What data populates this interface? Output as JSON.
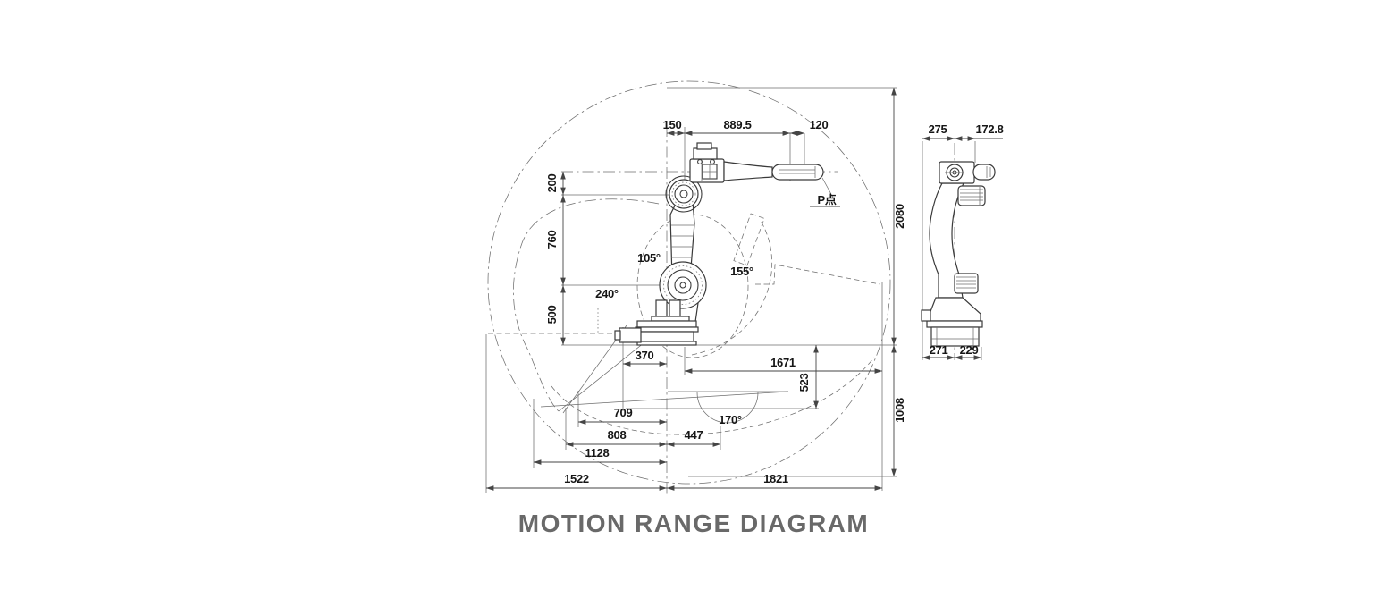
{
  "title": "MOTION RANGE DIAGRAM",
  "side_view": {
    "top_dims": {
      "d150": "150",
      "d889_5": "889.5",
      "d120": "120"
    },
    "left_dims": {
      "d200": "200",
      "d760": "760",
      "d500": "500"
    },
    "right_dims": {
      "d2080": "2080",
      "d1008": "1008"
    },
    "bottom_dims": {
      "d370": "370",
      "d1671": "1671",
      "d523": "523",
      "d709": "709",
      "d808": "808",
      "d447": "447",
      "d1128": "1128",
      "d1522": "1522",
      "d1821": "1821"
    },
    "angles": {
      "a105": "105°",
      "a155": "155°",
      "a240": "240°",
      "a170": "170°"
    },
    "p_point": "P点"
  },
  "front_view": {
    "top_dims": {
      "d275": "275",
      "d172_8": "172.8"
    },
    "bottom_dims": {
      "d271": "271",
      "d229": "229"
    }
  },
  "colors": {
    "line": "#3a3a3a",
    "dim_line": "#454545",
    "dim_text": "#161616",
    "title_text": "#696969"
  }
}
